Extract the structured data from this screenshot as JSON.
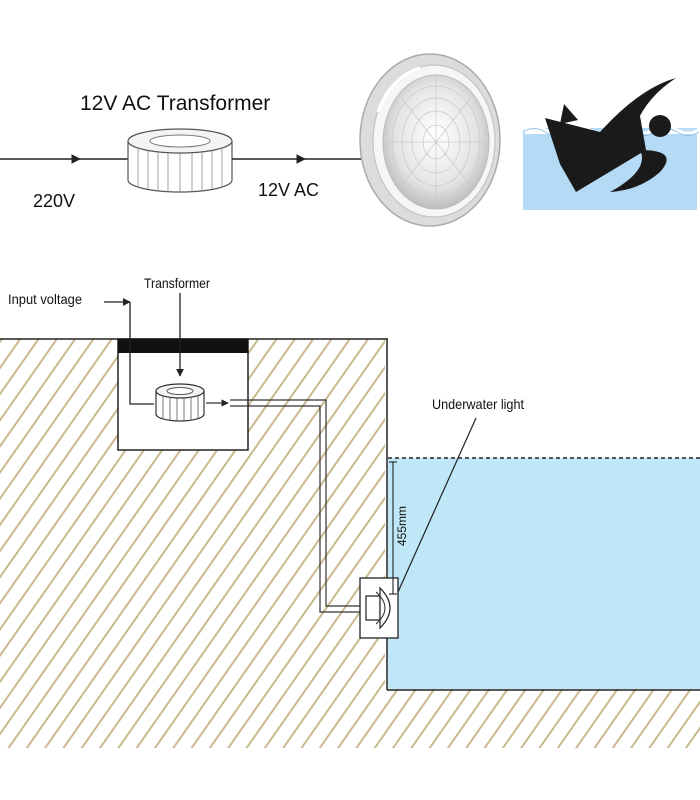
{
  "top": {
    "transformer_label": "12V AC Transformer",
    "input_label": "220V",
    "output_label": "12V AC"
  },
  "install": {
    "transformer_label": "Transformer",
    "input_label": "Input voltage",
    "light_label": "Underwater light",
    "depth_label": "455mm"
  },
  "colors": {
    "hatch": "#c9b98d",
    "water": "#bfe7f8",
    "wire": "#333333",
    "icon_water": "#b5daf5"
  }
}
